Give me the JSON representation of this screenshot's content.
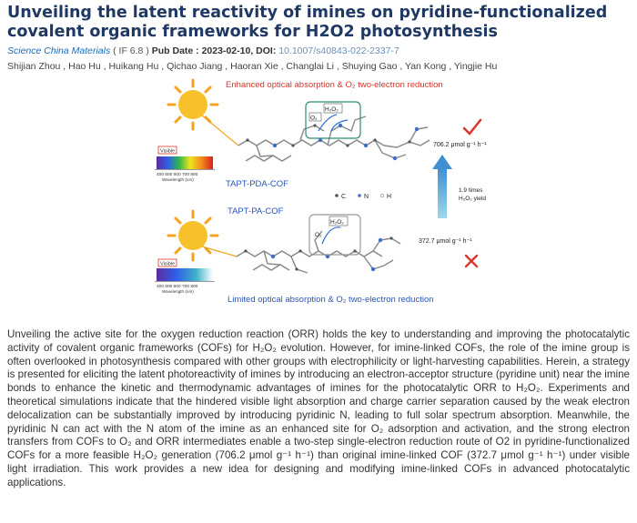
{
  "header": {
    "title": "Unveiling the latent reactivity of imines on pyridine-functionalized covalent organic frameworks for H2O2 photosynthesis",
    "journal": "Science China Materials",
    "impact_factor": "( IF 6.8 )",
    "pub_date_label": "Pub Date :",
    "pub_date": "2023-02-10",
    "doi_label": ", DOI:",
    "doi": "10.1007/s40843-022-2337-7",
    "authors": "Shijian Zhou , Hao Hu , Huikang Hu , Qichao Jiang , Haoran Xie , Changlai Li , Shuying Gao , Yan Kong , Yingjie Hu"
  },
  "figure": {
    "top_caption": "Enhanced optical absorption & O₂ two-electron reduction",
    "bottom_caption": "Limited optical absorption & O₂ two-electron reduction",
    "cof_top": "TAPT-PDA-COF",
    "cof_bottom": "TAPT-PA-COF",
    "legend_c": "C",
    "legend_n": "N",
    "legend_h": "H",
    "rate_top": "706.2 μmol g⁻¹ h⁻¹",
    "rate_bottom": "372.7 μmol g⁻¹ h⁻¹",
    "fold_line1": "1.9 times",
    "fold_line2": "H₂O₂ yield",
    "visible_label": "Visible",
    "wavelength_ticks": "400 500 600 700 800",
    "wavelength_label": "Wavelength (nm)",
    "h2o2": "H₂O₂",
    "o2": "O₂",
    "colors": {
      "accent_red": "#d9342b",
      "title_blue": "#1f3864",
      "caption_blue": "#2a55b5",
      "box_teal": "#2e8b7a"
    }
  },
  "abstract": {
    "p1": "Unveiling the active site for the oxygen reduction reaction (ORR) holds the key to understanding and improving the photocatalytic activity of covalent organic frameworks (COFs) for H₂O₂ evolution. However, for imine-linked COFs, the role of the imine group is often overlooked in photosynthesis compared with other groups with electrophilicity or light-harvesting capabilities. Herein, a strategy is presented for eliciting the latent photoreactivity of imines by introducing an electron-acceptor structure (pyridine unit) near the imine bonds to enhance the kinetic and thermodynamic advantages of imines for the photocatalytic ORR to H₂O₂. Experiments and theoretical simulations indicate that the hindered visible light absorption and charge carrier separation caused by the weak electron delocalization can be substantially improved by introducing pyridinic N, leading to full solar spectrum absorption. Meanwhile, the pyridinic N can act with the N atom of the imine as an enhanced site for O₂ adsorption and activation, and the strong electron transfers from COFs to O₂ and ORR intermediates enable a two-step single-electron reduction route of O2 in pyridine-functionalized COFs for a more feasible H₂O₂ generation (706.2 μmol g⁻¹ h⁻¹) than original imine-linked COF (372.7 μmol g⁻¹ h⁻¹) under visible light irradiation. This work provides a new idea for designing and modifying imine-linked COFs in advanced photocatalytic applications."
  }
}
